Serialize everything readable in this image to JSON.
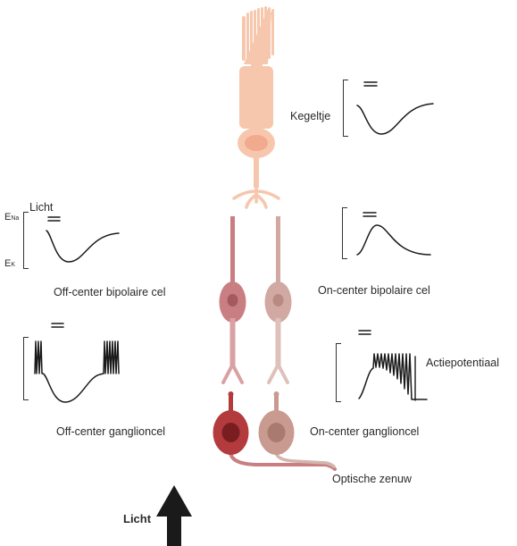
{
  "labels": {
    "cone": "Kegeltje",
    "light_top": "Licht",
    "e_na_main": "E",
    "e_na_sub": "Na",
    "e_k_main": "E",
    "e_k_sub": "K",
    "off_bipolar": "Off-center bipolaire cel",
    "on_bipolar": "On-center bipolaire cel",
    "action_potential": "Actiepotentiaal",
    "off_ganglion": "Off-center ganglioncel",
    "on_ganglion": "On-center ganglioncel",
    "optic_nerve": "Optische zenuw",
    "light_bottom": "Licht"
  },
  "colors": {
    "cone": "#f6c7ad",
    "cone_nucleus": "#f2aa8e",
    "off_bipolar": "#c97e82",
    "on_bipolar": "#d2a9a2",
    "off_ganglion": "#b33b3d",
    "on_ganglion": "#c89a90",
    "arrow": "#1a1a1a"
  }
}
